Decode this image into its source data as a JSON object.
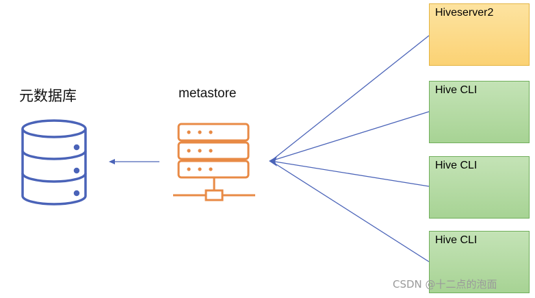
{
  "database": {
    "label": "元数据库"
  },
  "metastore": {
    "label": "metastore"
  },
  "clients": [
    {
      "label": "Hiveserver2",
      "kind": "hs2"
    },
    {
      "label": "Hive CLI",
      "kind": "cli"
    },
    {
      "label": "Hive CLI",
      "kind": "cli"
    },
    {
      "label": "Hive CLI",
      "kind": "cli"
    }
  ],
  "watermark": "CSDN @十二点的泡面",
  "colors": {
    "database_icon": "#4a63b8",
    "server_icon": "#e88a45",
    "arrows": "#4a63b8",
    "hs2_fill": "#fbd274",
    "cli_fill": "#a7d394"
  }
}
